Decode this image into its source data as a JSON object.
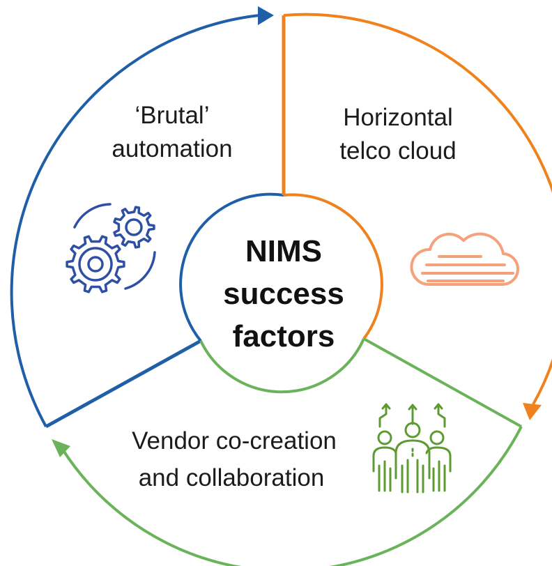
{
  "center": {
    "line1": "NIMS",
    "line2": "success",
    "line3": "factors"
  },
  "segments": [
    {
      "key": "automation",
      "line1": "‘Brutal’",
      "line2": "automation",
      "icon": "gears-icon",
      "color": "#1f5fa8",
      "icon_color": "#2e4fa3"
    },
    {
      "key": "cloud",
      "line1": "Horizontal",
      "line2": "telco cloud",
      "icon": "cloud-icon",
      "color": "#f0821e",
      "icon_color": "#f5a27c"
    },
    {
      "key": "vendor",
      "line1": "Vendor co-creation",
      "line2": "and collaboration",
      "icon": "team-growth-icon",
      "color": "#6bb35a",
      "icon_color": "#5c9a32"
    }
  ]
}
